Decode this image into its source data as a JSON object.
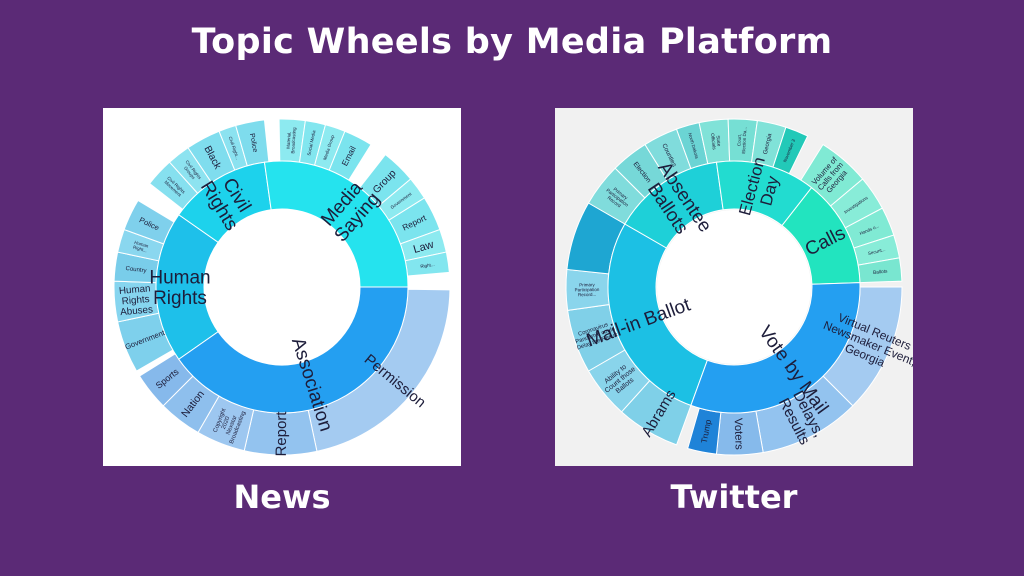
{
  "title": "Topic Wheels by Media Platform",
  "colors": {
    "background": "#5b2a76",
    "title": "#ffffff"
  },
  "wheels": [
    {
      "caption": "News",
      "inner": [
        {
          "label": "Human\nRights",
          "color": "#1ec0ea",
          "start": 235,
          "end": 305
        },
        {
          "label": "Civil\nRights",
          "color": "#1dd2ec",
          "start": 305,
          "end": 352
        },
        {
          "label": "Media\nSaying",
          "color": "#25e3ee",
          "start": 352,
          "end": 450
        },
        {
          "label": "Association",
          "color": "#249ff1",
          "start": 450,
          "end": 595
        }
      ],
      "outer": [
        {
          "label": "Government",
          "color": "#7ed0ec",
          "start": 240,
          "end": 258
        },
        {
          "label": "Human\nRights\nAbuses",
          "color": "#86d5ef",
          "start": 258,
          "end": 272
        },
        {
          "label": "Country",
          "color": "#79cdea",
          "start": 272,
          "end": 282
        },
        {
          "label": "Human\nRight...",
          "color": "#8ad7ef",
          "start": 282,
          "end": 290
        },
        {
          "label": "Police",
          "color": "#7fd0ec",
          "start": 290,
          "end": 301
        },
        {
          "label": "Civil Rights\nMovement",
          "color": "#86e0ef",
          "start": 308,
          "end": 318
        },
        {
          "label": "Civil Rights\nGroups",
          "color": "#8de3f0",
          "start": 318,
          "end": 326
        },
        {
          "label": "Black",
          "color": "#7fddee",
          "start": 326,
          "end": 338
        },
        {
          "label": "Civil Right...",
          "color": "#8be2f0",
          "start": 338,
          "end": 344
        },
        {
          "label": "Police",
          "color": "#7edced",
          "start": 344,
          "end": 354
        },
        {
          "label": "Material,\nBroadcasting",
          "color": "#8deaf0",
          "start": 359,
          "end": 368
        },
        {
          "label": "Social Media",
          "color": "#82e6ef",
          "start": 368,
          "end": 375
        },
        {
          "label": "Media Group",
          "color": "#8deaf0",
          "start": 375,
          "end": 382
        },
        {
          "label": "Email",
          "color": "#7be4ee",
          "start": 382,
          "end": 392
        },
        {
          "label": "Group",
          "color": "#7be4ee",
          "start": 398,
          "end": 410
        },
        {
          "label": "Government",
          "color": "#8deaf0",
          "start": 410,
          "end": 418
        },
        {
          "label": "Report",
          "color": "#7be4ee",
          "start": 418,
          "end": 430
        },
        {
          "label": "Law",
          "color": "#8deaf0",
          "start": 430,
          "end": 438
        },
        {
          "label": "Right...",
          "color": "#82e6ef",
          "start": 438,
          "end": 445
        },
        {
          "label": "Permission",
          "color": "#a4cbf1",
          "start": 451,
          "end": 528
        },
        {
          "label": "Report",
          "color": "#93c3ef",
          "start": 528,
          "end": 553
        },
        {
          "label": "Copyright\n2020\nNexstar\nBroadcasting",
          "color": "#9dc7f0",
          "start": 553,
          "end": 570
        },
        {
          "label": "Nation",
          "color": "#8ebfed",
          "start": 570,
          "end": 585
        },
        {
          "label": "Sports",
          "color": "#86b9eb",
          "start": 585,
          "end": 598
        }
      ]
    },
    {
      "caption": "Twitter",
      "inner": [
        {
          "label": "Mail-in Ballot",
          "color": "#1cc0e4",
          "start": 200,
          "end": 300
        },
        {
          "label": "Absentee\nBallots",
          "color": "#1ed0d8",
          "start": 300,
          "end": 352
        },
        {
          "label": "Election\nDay",
          "color": "#22dcd0",
          "start": 352,
          "end": 398
        },
        {
          "label": "Calls",
          "color": "#22e4bf",
          "start": 398,
          "end": 448
        },
        {
          "label": "Vote by Mail",
          "color": "#249ff1",
          "start": 448,
          "end": 560
        }
      ],
      "outer": [
        {
          "label": "Abrams",
          "color": "#7fd0e8",
          "start": 200,
          "end": 222
        },
        {
          "label": "Ability to\nCount those\nBallots",
          "color": "#89d4eb",
          "start": 222,
          "end": 240
        },
        {
          "label": "Coronavirus\nPandemic could\nDelay the Result",
          "color": "#80d0e8",
          "start": 240,
          "end": 262
        },
        {
          "label": "Primary\nParticipation\nRecord...",
          "color": "#8ad5ec",
          "start": 262,
          "end": 276
        },
        {
          "label": "",
          "color": "#1ea6d2",
          "start": 276,
          "end": 300
        },
        {
          "label": "Primary\nParticipation\nRecord",
          "color": "#80dcdc",
          "start": 300,
          "end": 315
        },
        {
          "label": "Election",
          "color": "#76d8d8",
          "start": 315,
          "end": 328
        },
        {
          "label": "Counties",
          "color": "#80dcdc",
          "start": 328,
          "end": 340
        },
        {
          "label": "North Dakota",
          "color": "#6bd4d4",
          "start": 340,
          "end": 348
        },
        {
          "label": "State\nOfficials",
          "color": "#80e2d8",
          "start": 348,
          "end": 358
        },
        {
          "label": "Court,\nElection Da...",
          "color": "#76dfd4",
          "start": 358,
          "end": 368
        },
        {
          "label": "Georgia",
          "color": "#80e2d8",
          "start": 368,
          "end": 378
        },
        {
          "label": "November 3",
          "color": "#22c9b8",
          "start": 378,
          "end": 386
        },
        {
          "label": "Volume of\nCalls from\nGeorgia",
          "color": "#80ead4",
          "start": 392,
          "end": 410
        },
        {
          "label": "Investigations",
          "color": "#88ecd8",
          "start": 410,
          "end": 422
        },
        {
          "label": "Hands o...",
          "color": "#80ead4",
          "start": 422,
          "end": 432
        },
        {
          "label": "Securit...",
          "color": "#88ecd8",
          "start": 432,
          "end": 440
        },
        {
          "label": "Ballots",
          "color": "#79e6d0",
          "start": 440,
          "end": 448
        },
        {
          "label": "Virtual Reuters\nNewsmaker Event,\nGeorgia",
          "color": "#a4cbf1",
          "start": 450,
          "end": 495
        },
        {
          "label": "Delays,\nResults",
          "color": "#93c3ef",
          "start": 495,
          "end": 530
        },
        {
          "label": "Voters",
          "color": "#86baeb",
          "start": 530,
          "end": 546
        },
        {
          "label": "Trump",
          "color": "#1f83d8",
          "start": 546,
          "end": 556
        }
      ]
    }
  ]
}
